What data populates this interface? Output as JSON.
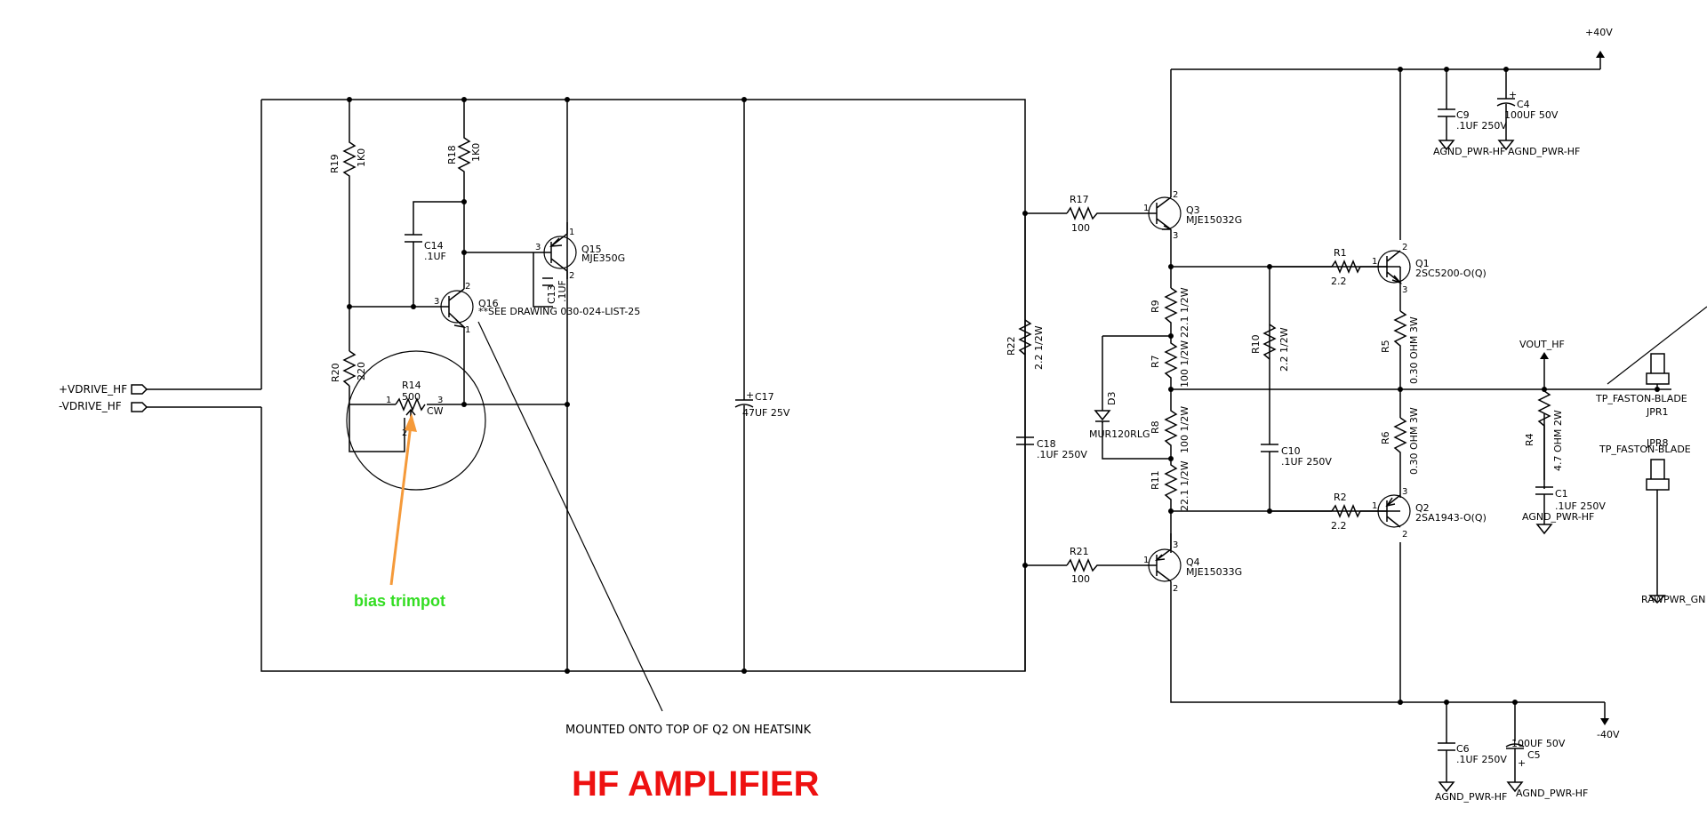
{
  "title": "HF AMPLIFIER",
  "annotation": {
    "text": "bias trimpot",
    "arrow_color": "#f59a3a",
    "text_color": "#33dd22"
  },
  "note": "MOUNTED ONTO TOP OF Q2 ON HEATSINK",
  "colors": {
    "wire": "#000000",
    "title": "#ee1111"
  },
  "ports": {
    "pos": "+VDRIVE_HF",
    "neg": "-VDRIVE_HF"
  },
  "rails": {
    "pos": "+40V",
    "neg": "-40V",
    "vout": "VOUT_HF"
  },
  "components": {
    "R19": {
      "ref": "R19",
      "val": "1K0"
    },
    "R18": {
      "ref": "R18",
      "val": "1K0"
    },
    "R20": {
      "ref": "R20",
      "val": "220"
    },
    "R14": {
      "ref": "R14",
      "val": "500",
      "cw": "CW",
      "p1": "1",
      "p2": "2",
      "p3": "3"
    },
    "C14": {
      "ref": "C14",
      "val": ".1UF"
    },
    "C13": {
      "ref": "C13",
      "val": ".1UF"
    },
    "Q15": {
      "ref": "Q15",
      "val": "MJE350G",
      "p1": "1",
      "p2": "2",
      "p3": "3"
    },
    "Q16": {
      "ref": "Q16",
      "val": "**SEE DRAWING 030-024-LIST-25",
      "p1": "1",
      "p2": "2",
      "p3": "3"
    },
    "C17": {
      "ref": "C17",
      "val": "47UF 25V",
      "plus": "+"
    },
    "R22": {
      "ref": "R22",
      "val": "2.2 1/2W"
    },
    "C18": {
      "ref": "C18",
      "val": ".1UF 250V"
    },
    "R17": {
      "ref": "R17",
      "val": "100"
    },
    "R21": {
      "ref": "R21",
      "val": "100"
    },
    "Q3": {
      "ref": "Q3",
      "val": "MJE15032G",
      "p1": "1",
      "p2": "2",
      "p3": "3"
    },
    "Q4": {
      "ref": "Q4",
      "val": "MJE15033G",
      "p1": "1",
      "p2": "2",
      "p3": "3"
    },
    "R9": {
      "ref": "R9",
      "val": "22.1 1/2W"
    },
    "R7": {
      "ref": "R7",
      "val": "100 1/2W"
    },
    "R8": {
      "ref": "R8",
      "val": "100 1/2W"
    },
    "R11": {
      "ref": "R11",
      "val": "22.1 1/2W"
    },
    "D3": {
      "ref": "D3",
      "val": "MUR120RLG"
    },
    "R10": {
      "ref": "R10",
      "val": "2.2 1/2W"
    },
    "C10": {
      "ref": "C10",
      "val": ".1UF 250V"
    },
    "R1": {
      "ref": "R1",
      "val": "2.2"
    },
    "R2": {
      "ref": "R2",
      "val": "2.2"
    },
    "Q1": {
      "ref": "Q1",
      "val": "2SC5200-O(Q)",
      "p1": "1",
      "p2": "2",
      "p3": "3"
    },
    "Q2": {
      "ref": "Q2",
      "val": "2SA1943-O(Q)",
      "p1": "1",
      "p2": "2",
      "p3": "3"
    },
    "R5": {
      "ref": "R5",
      "val": "0.30 OHM 3W"
    },
    "R6": {
      "ref": "R6",
      "val": "0.30 OHM 3W"
    },
    "R4": {
      "ref": "R4",
      "val": "4.7 OHM 2W"
    },
    "C1": {
      "ref": "C1",
      "val": ".1UF 250V"
    },
    "C9": {
      "ref": "C9",
      "val": ".1UF 250V"
    },
    "C4": {
      "ref": "C4",
      "val": "100UF 50V",
      "plus": "+"
    },
    "C6": {
      "ref": "C6",
      "val": ".1UF 250V"
    },
    "C5": {
      "ref": "C5",
      "val": "100UF 50V",
      "plus": "+"
    },
    "JPR1": {
      "ref": "JPR1",
      "val": "TP_FASTON-BLADE"
    },
    "JPR8": {
      "ref": "JPR8",
      "val": "TP_FASTON-BLADE"
    }
  },
  "grounds": {
    "agnd_hf_a": "AGND_PWR-HF",
    "agnd_hf_b": "AGND_PWR-HF",
    "agnd_hf_c": "AGND_PWR-HF",
    "agnd_hf_d": "AGND_PWR-HF",
    "agnd_hf_e": "AGND_PWR-HF",
    "rawpwr": "RAWPWR_GN"
  }
}
